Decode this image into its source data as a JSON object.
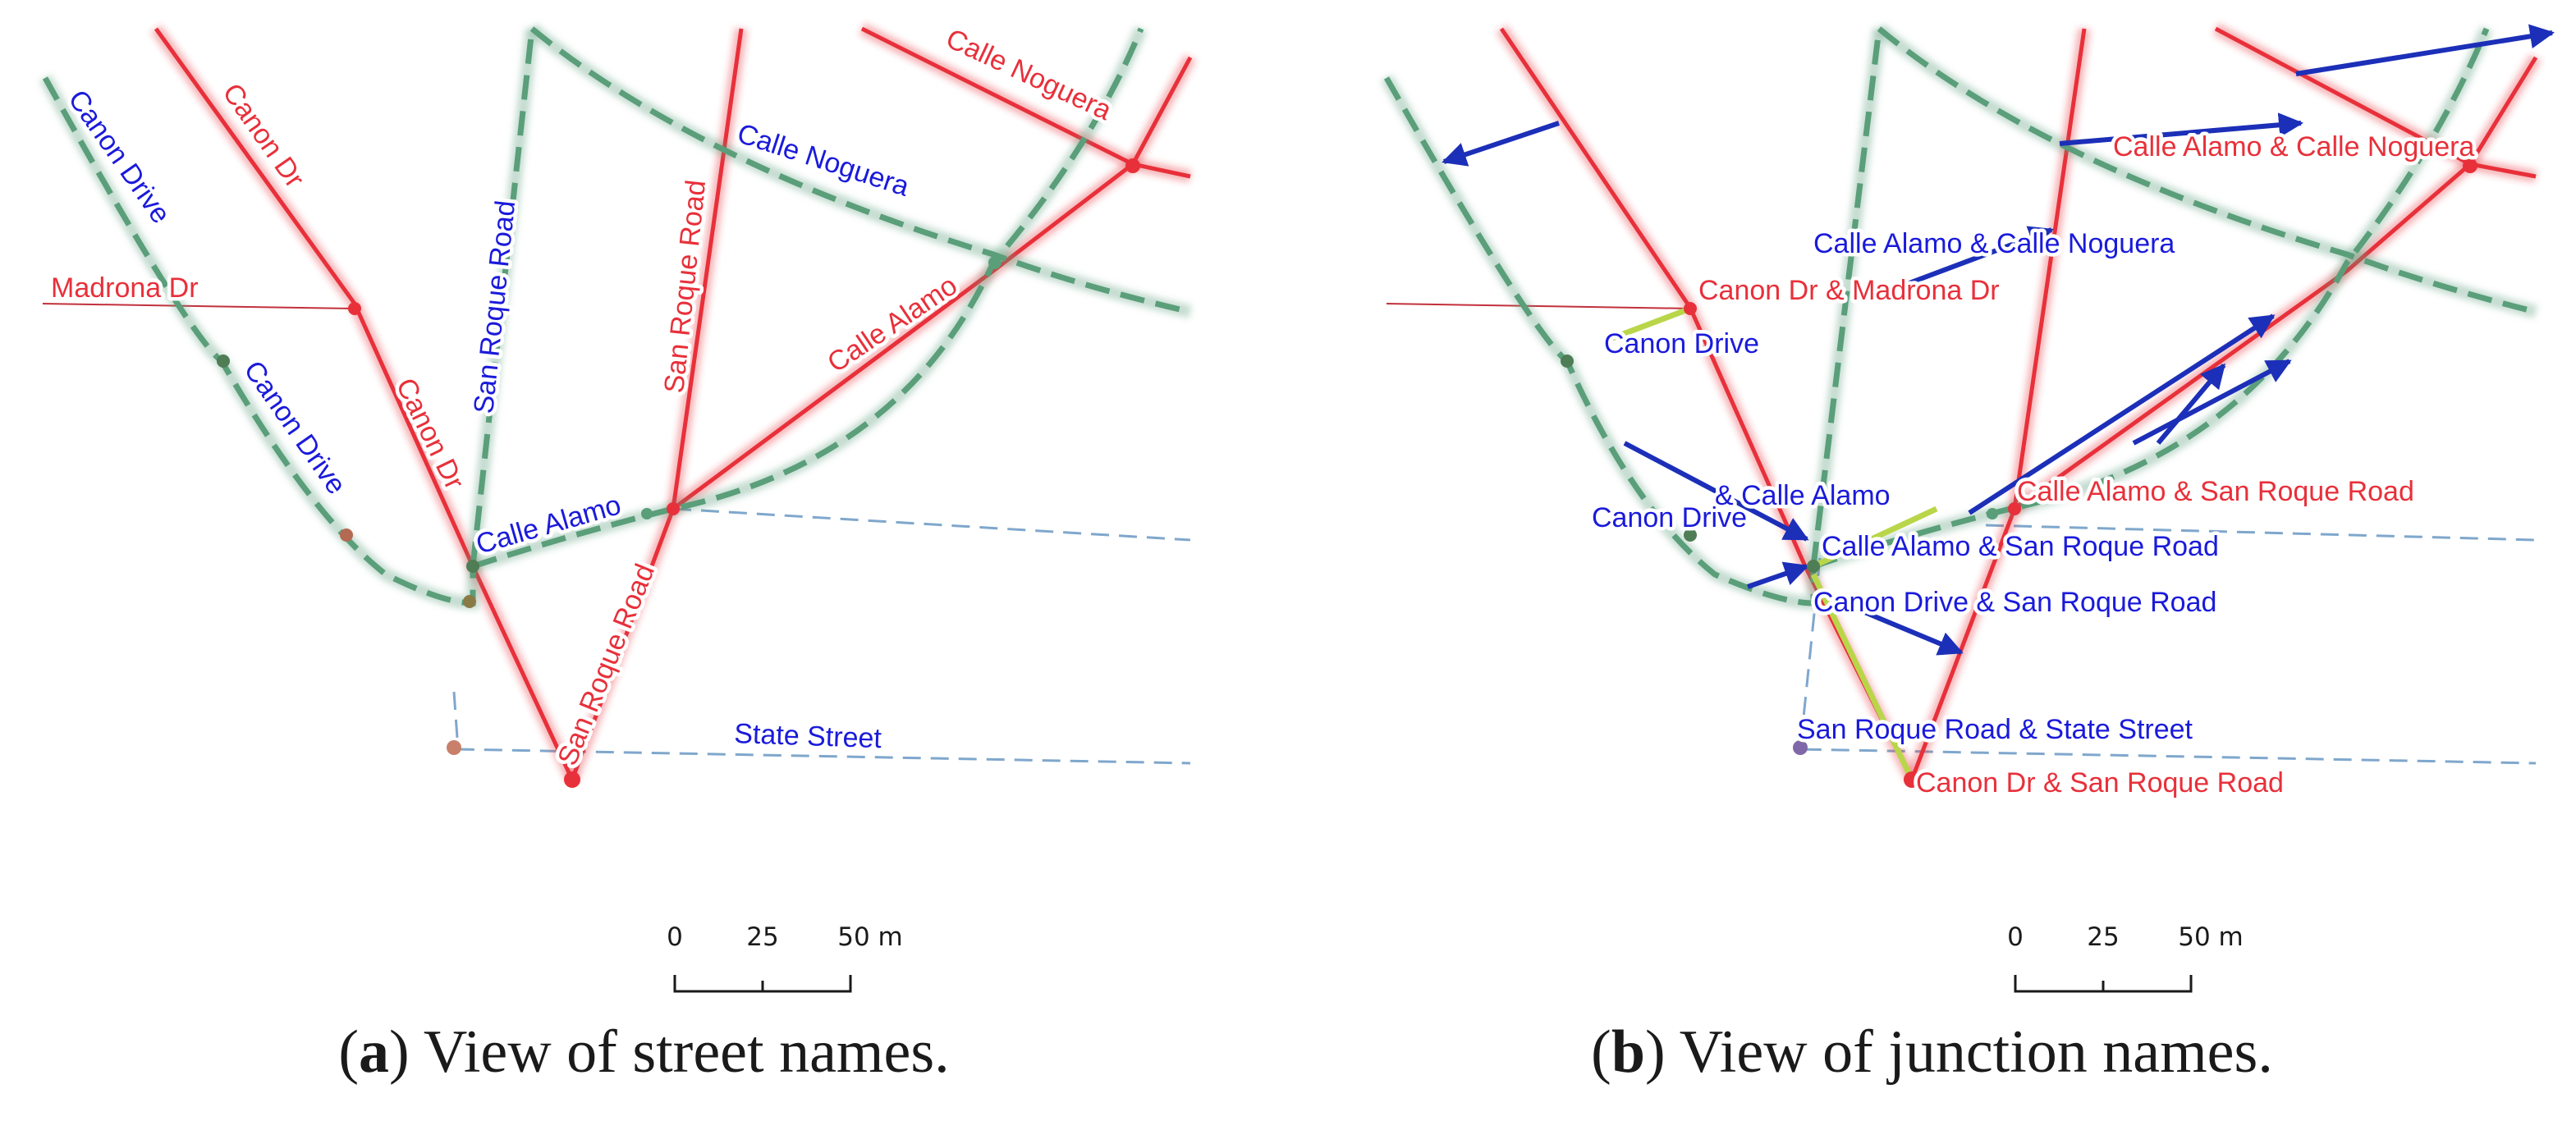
{
  "panel_a": {
    "caption_letter": "a",
    "caption_text": ") View of street names.",
    "caption_open": "(",
    "street_labels": {
      "canon_dr_top": "Canon Dr",
      "canon_dr_lower": "Canon Dr",
      "madrona_dr": "Madrona Dr",
      "canon_drive_top": "Canon Drive",
      "canon_drive_lower": "Canon Drive",
      "san_roque_road_left": "San Roque Road",
      "san_roque_road_mid": "San Roque Road",
      "san_roque_road_bottom": "San Roque Road",
      "calle_noguera_top": "Calle Noguera",
      "calle_noguera_blue": "Calle Noguera",
      "calle_alamo_red": "Calle Alamo",
      "calle_alamo_blue": "Calle Alamo",
      "state_street": "State Street"
    },
    "scale": {
      "t0": "0",
      "t1": "25",
      "t2": "50 m"
    }
  },
  "panel_b": {
    "caption_letter": "b",
    "caption_text": ") View of junction names.",
    "caption_open": "(",
    "junction_labels": {
      "alamo_noguera_red": "Calle Alamo & Calle Noguera",
      "alamo_noguera_blue": "Calle Alamo & Calle Noguera",
      "canon_madrona": "Canon Dr & Madrona Dr",
      "canon_drive_1": "Canon Drive",
      "canon_drive_2": "Canon Drive",
      "amp_calle_alamo": "& Calle Alamo",
      "alamo_sanroque_red": "Calle Alamo & San Roque Road",
      "alamo_sanroque_blue": "Calle Alamo & San Roque Road",
      "canondrive_sanroque": "Canon Drive & San Roque Road",
      "sanroque_state": "San Roque Road & State Street",
      "canondr_sanroque": "Canon Dr & San Roque Road"
    },
    "scale": {
      "t0": "0",
      "t1": "25",
      "t2": "50 m"
    }
  },
  "colors": {
    "red_street": "#e8303a",
    "green_dashed": "#5a9e7a",
    "blue_arrow": "#1c2fb8",
    "dashed_blue": "#7fa7cc",
    "link_yellow": "#b9d64a"
  }
}
